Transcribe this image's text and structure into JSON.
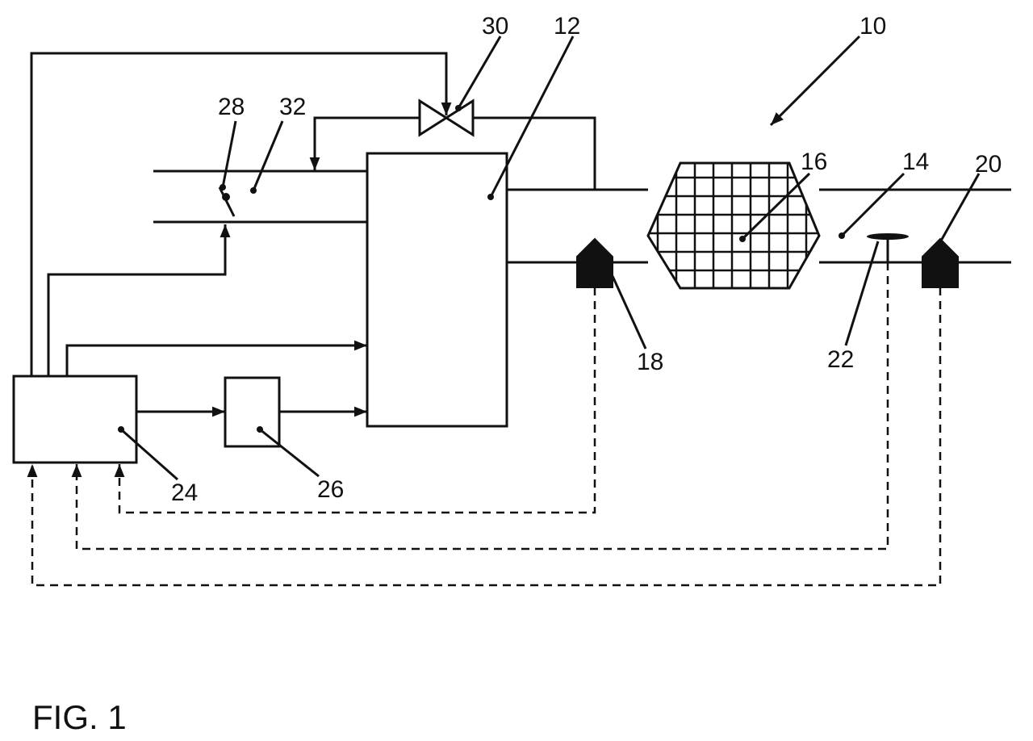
{
  "figure_caption": "FIG. 1",
  "labels": {
    "system": "10",
    "engine": "12",
    "exhaust_duct": "14",
    "catalyst": "16",
    "sensor_upstream": "18",
    "sensor_downstream": "20",
    "sensor_22": "22",
    "control_unit": "24",
    "unit_26": "26",
    "throttle": "28",
    "valve": "30",
    "intake_duct": "32"
  }
}
